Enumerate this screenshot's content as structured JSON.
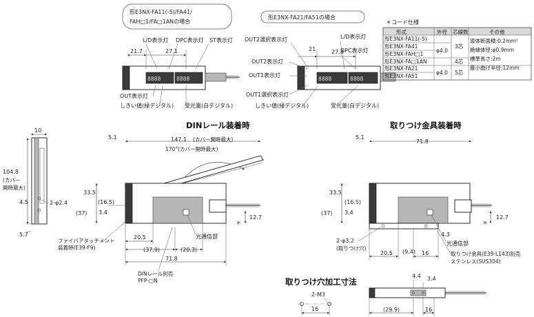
{
  "top": {
    "callout_a": [
      "形E3NX-FA11(-5)/FA41/",
      "FAH□1/FA□1ANの場合"
    ],
    "callout_b": "形E3NX-FA21/FA51の場合",
    "cord_title": "＊コード仕様",
    "table": {
      "headers": [
        "形式",
        "外径",
        "芯線数",
        "その他"
      ],
      "models": [
        "形E3NX-FA11(-5)",
        "形E3NX-FA41",
        "形E3NX-FAH□1",
        "形E3NX-FA□1AN",
        "形E3NX-FA21",
        "形E3NX-FA51"
      ],
      "od": [
        "φ4.0",
        "φ4.0"
      ],
      "cores": [
        "3芯",
        "4芯",
        "5芯"
      ],
      "other": [
        "導体断面積:0.2mm²",
        "絶縁体径:φ0.9mm",
        "標準長さ:2m",
        "最小曲げ半径:12mm"
      ]
    },
    "left_labels": {
      "ld": "L/D表示灯",
      "dpc": "DPC表示灯",
      "st": "ST表示灯",
      "d1": "21.7",
      "d2": "27.1",
      "out": "OUT表示灯",
      "thresh": "しきい値(緑デジタル)",
      "recv": "受光量(白デジタル)"
    },
    "right_labels": {
      "out2sel": "OUT2選択表示灯",
      "ld": "L/D表示灯",
      "out2": "OUT2表示灯",
      "dpc": "DPC表示灯",
      "out1": "OUT1表示灯",
      "out1sel": "OUT1選択表示灯",
      "d1": "21",
      "d2": "27.8",
      "thresh": "しきい値(緑デジタル)",
      "recv": "受光量(白デジタル)"
    }
  },
  "side": {
    "w": "10",
    "h": "104.8",
    "h_note": [
      "(カバー",
      "開時最大)"
    ],
    "a": "4.5",
    "b": "5.7",
    "hole": "2-φ2.4"
  },
  "din": {
    "title": "DINレール装着時",
    "overall": "147.1",
    "overall_note": "(カバー開時最大)",
    "angle": "170°(カバー開時最大)",
    "v1": "5.1",
    "h1": "33.5",
    "h2": "(37)",
    "h3": "(16.5)",
    "h4": "3.4",
    "h5": "12.7",
    "b1": "20.5",
    "b2": "(37.9)",
    "b3": "(20.3)",
    "b4": "71.8",
    "fiber": [
      "ファイバアタッチメント",
      "装着時(E39-F9)"
    ],
    "optical": "光通信部",
    "rail": [
      "DINレール別売",
      "PFP-□N"
    ],
    "star": "＊"
  },
  "mount": {
    "title": "取りつけ金具装着時",
    "w": "71.8",
    "v1": "5.1",
    "h1": "33.5",
    "h2": "(37)",
    "h3": "(16.5)",
    "h4": "3.4",
    "h5": "12.7",
    "h6": "4.3",
    "hole": "2-φ3.2",
    "hole_note": "(取りつけ穴)",
    "b1": "20.5",
    "b2": "(9.4)",
    "b3": "16",
    "optical": "光通信部",
    "bracket": [
      "取りつけ金具(E39-L143)別売",
      "ステンレス(SUS304)"
    ],
    "star": "＊"
  },
  "hole_dims": {
    "title": "取りつけ穴加工寸法",
    "screw": "2-M3",
    "pitch": "16"
  },
  "bottom": {
    "a": "4.4",
    "b": "3.4",
    "c": "(29.9)",
    "d": "16"
  }
}
